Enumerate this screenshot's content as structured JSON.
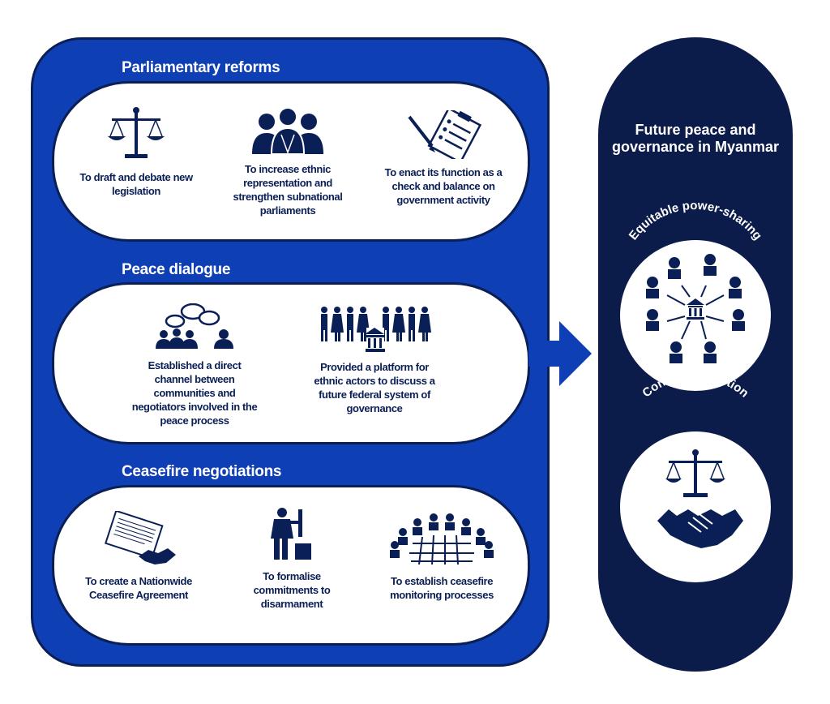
{
  "left_panel": {
    "sections": [
      {
        "title": "Parliamentary reforms",
        "items": [
          {
            "icon": "scales-icon",
            "text": "To draft and debate new legislation"
          },
          {
            "icon": "people-group-icon",
            "text": "To increase ethnic representation and strengthen subnational parliaments"
          },
          {
            "icon": "checklist-pen-icon",
            "text": "To enact its function as a check and balance on government activity"
          }
        ]
      },
      {
        "title": "Peace dialogue",
        "items": [
          {
            "icon": "dialogue-speech-bubbles-icon",
            "text": "Established a direct channel between communities and negotiators involved in the peace process"
          },
          {
            "icon": "ethnic-actors-government-icon",
            "text": "Provided a platform for ethnic actors to discuss a future federal system of governance"
          }
        ]
      },
      {
        "title": "Ceasefire negotiations",
        "items": [
          {
            "icon": "agreement-handshake-icon",
            "text": "To create a Nationwide Ceasefire Agreement"
          },
          {
            "icon": "disarmament-icon",
            "text": "To formalise commitments to disarmament"
          },
          {
            "icon": "monitoring-network-icon",
            "text": "To establish ceasefire monitoring processes"
          }
        ]
      }
    ]
  },
  "right_panel": {
    "title": "Future peace and governance in Myanmar",
    "circles": [
      {
        "label": "Equitable power-sharing",
        "icon": "power-sharing-icon"
      },
      {
        "label": "Conflict resolution",
        "icon": "scales-handshake-icon"
      }
    ]
  },
  "colors": {
    "left_panel": "#0f3fb4",
    "right_panel": "#0c1c4a",
    "ink": "#0a1f55",
    "white": "#ffffff"
  }
}
